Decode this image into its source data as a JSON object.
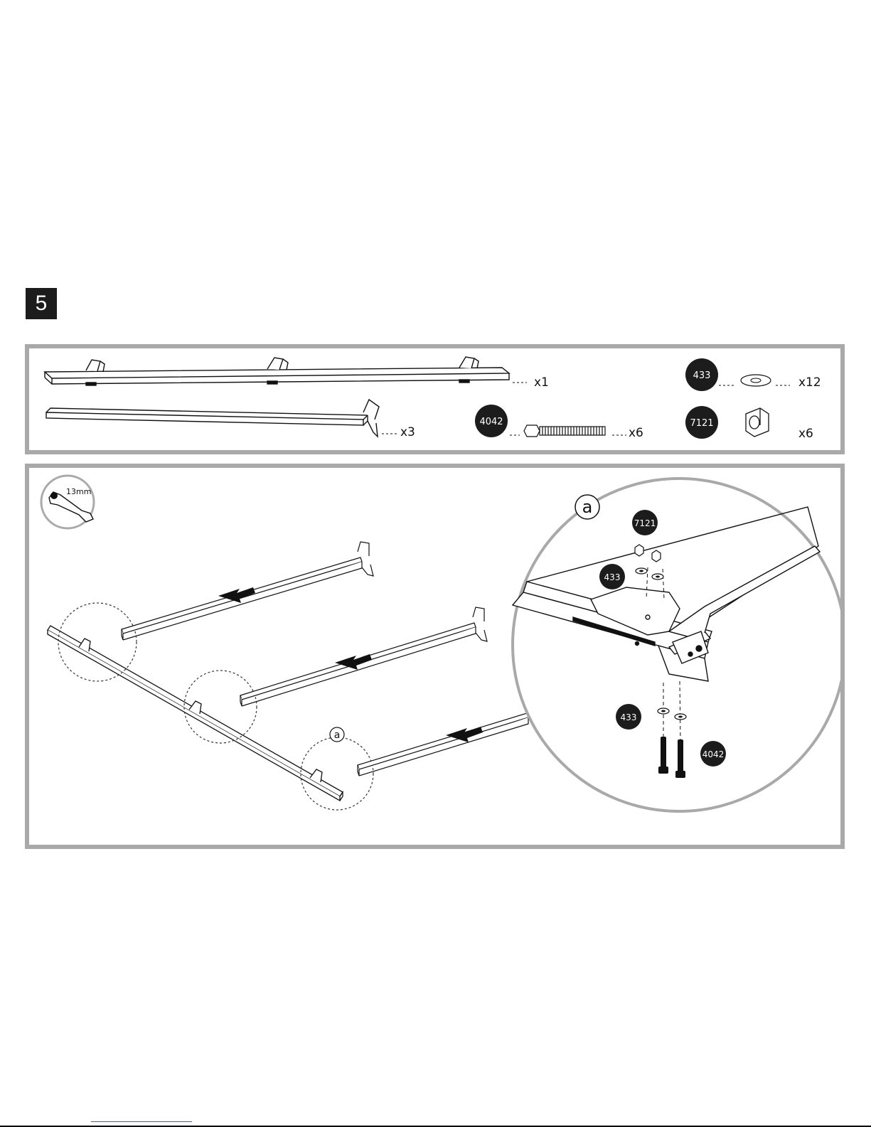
{
  "step": {
    "number": "5"
  },
  "parts": {
    "long_rail": {
      "qty": "x1"
    },
    "cross_bar": {
      "qty": "x3"
    },
    "bolt": {
      "code": "4042",
      "qty": "x6"
    },
    "washer": {
      "code": "433",
      "qty": "x12"
    },
    "nut": {
      "code": "7121",
      "qty": "x6"
    }
  },
  "tool": {
    "size": "13mm"
  },
  "assembly": {
    "callout_label": "a"
  },
  "detail": {
    "label": "a",
    "nut_code": "7121",
    "washer_top_code": "433",
    "washer_bottom_code": "433",
    "bolt_code": "4042"
  }
}
